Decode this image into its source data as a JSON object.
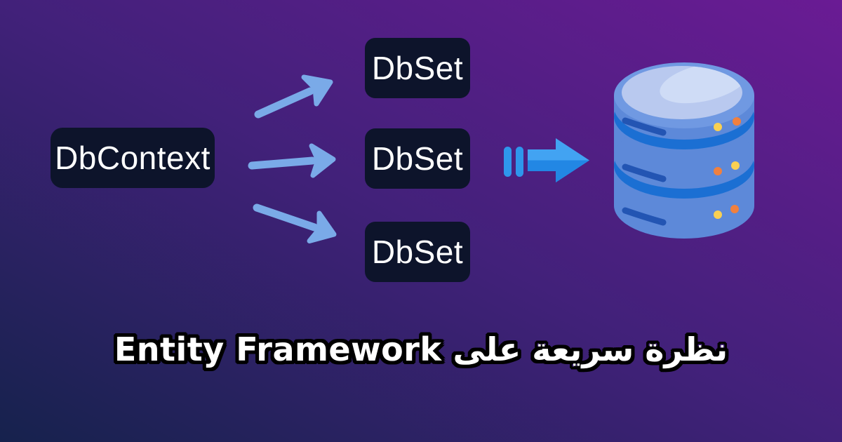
{
  "card": {
    "title": "نظرة سريعة على Entity Framework"
  },
  "diagram": {
    "dbcontext": {
      "label": "DbContext"
    },
    "dbsets": [
      {
        "label": "DbSet"
      },
      {
        "label": "DbSet"
      },
      {
        "label": "DbSet"
      }
    ]
  },
  "icons": {
    "relation_arrows": "sketch-arrow-icon",
    "pipeline_arrow": "fast-forward-arrow-icon",
    "database": "database-icon"
  },
  "colors": {
    "bg_gradient_bottom_left": "#16224d",
    "bg_gradient_top_right": "#6a1b94",
    "box_background": "#0d142b",
    "box_text": "#ffffff",
    "sketch_arrow": "#7aaae8",
    "block_arrow_light": "#42a3f2",
    "block_arrow_dark": "#2287e4",
    "block_arrow_bars": "#2e97ec",
    "db_body": "#5d89d9",
    "db_top_rim": "#7099e2",
    "db_top_face": "#b9c9ef",
    "db_top_highlight": "#cfdcf6",
    "db_band": "#1b6fd3",
    "db_dash": "#2355b3",
    "db_dot_yellow": "#f9d052",
    "db_dot_orange": "#f0803f",
    "title_fill": "#ffffff",
    "title_outline": "#000000"
  }
}
